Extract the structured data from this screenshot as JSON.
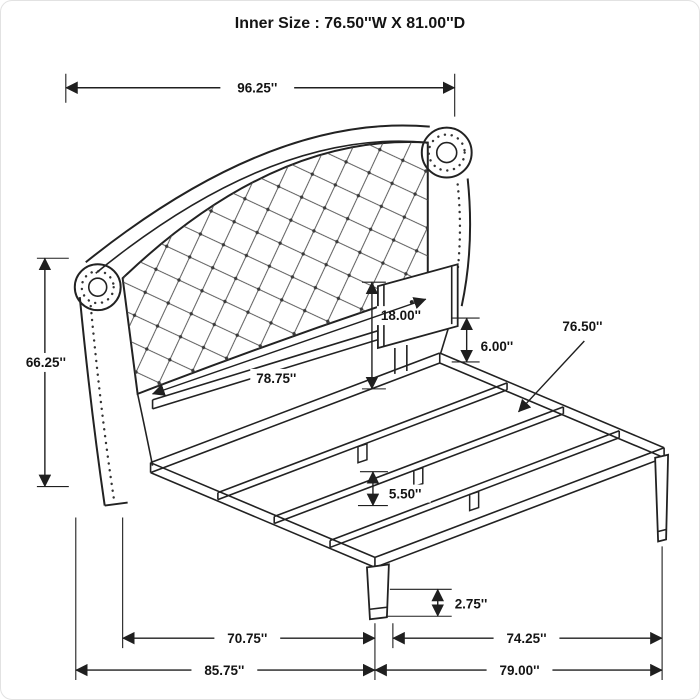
{
  "title": "Inner Size : 76.50''W X 81.00''D",
  "colors": {
    "line": "#1f1f1f",
    "background": "#ffffff"
  },
  "dims": {
    "overall_width": "96.25''",
    "headboard_height": "66.25''",
    "bracket_height": "18.00''",
    "inner_headboard_width": "78.75''",
    "rail_height": "6.00''",
    "slat_length": "76.50''",
    "slat_height": "5.50''",
    "leg_height": "2.75''",
    "base_inner_left": "70.75''",
    "base_inner_right": "74.25''",
    "base_outer_left": "85.75''",
    "base_outer_right": "79.00''"
  }
}
